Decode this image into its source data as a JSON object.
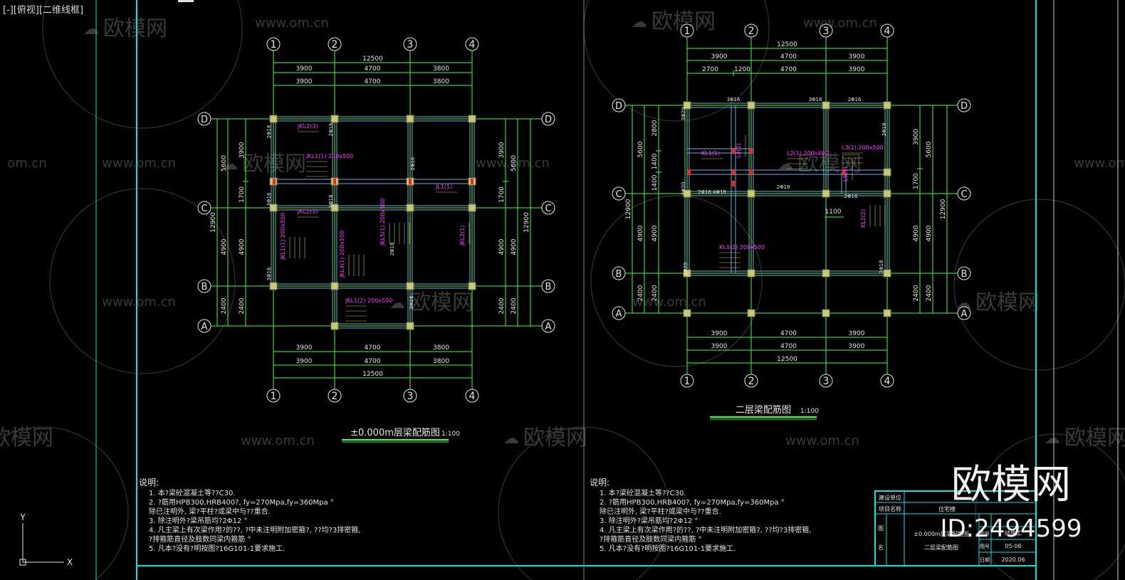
{
  "viewport_label": "[-][俯视][二维线框]",
  "watermark": {
    "brand": "欧模网",
    "url": "www.om.cn",
    "url_fragment": "om.cn",
    "big_brand": "欧模网",
    "big_id": "ID:2494599"
  },
  "colors": {
    "background": "#000000",
    "frame": "#00e5e5",
    "grid_line": "#3cff3c",
    "beam": "#6fa8dc",
    "column": "#c8c880",
    "annotation_magenta": "#ff33ff",
    "annotation_yellow": "#ffff66",
    "red_mark": "#ff2020",
    "title_underline": "#3cff3c",
    "text_white": "#e6e6e6"
  },
  "ucs": {
    "y_label": "Y",
    "x_label": "X"
  },
  "left_plan": {
    "axis_cols": [
      "1",
      "2",
      "3",
      "4"
    ],
    "axis_rows": [
      "D",
      "C",
      "B",
      "A"
    ],
    "top_dims": {
      "total": "12500",
      "row1": [
        "3900",
        "4700",
        "3800"
      ],
      "row2": [
        "3900",
        "4700",
        "3800"
      ]
    },
    "bottom_dims": {
      "row1": [
        "3900",
        "4700",
        "3800"
      ],
      "row2": [
        "3900",
        "4700",
        "3800"
      ],
      "total": "12500"
    },
    "left_dims": {
      "inner": [
        "3900",
        "1700",
        "4900",
        "2400"
      ],
      "mid": [
        "5600",
        "4900",
        "2400"
      ],
      "total": "12900"
    },
    "right_dims": {
      "inner": [
        "3900",
        "1700",
        "4900",
        "2400"
      ],
      "mid": [
        "5600",
        "4900",
        "2400"
      ],
      "total": "12900"
    },
    "beam_tags": [
      "JKL2(3)",
      "JKL2(3)",
      "JKL1(1) 200x500",
      "JL1(1)",
      "JKL3(1)",
      "JKL5(1) 200x500",
      "JKL4(1) 200x500",
      "JKL1(1) 200x500",
      "JKL1(2) 200x500"
    ],
    "title": "±0.000m层梁配筋图",
    "scale": "1:100"
  },
  "right_plan": {
    "axis_cols": [
      "1",
      "2",
      "3",
      "4"
    ],
    "axis_rows": [
      "D",
      "C",
      "B",
      "A"
    ],
    "top_dims": {
      "total": "12500",
      "row1": [
        "3900",
        "4700",
        "3900"
      ],
      "row2": [
        "2700",
        "1200",
        "4700",
        "3900"
      ]
    },
    "bottom_dims": {
      "row1": [
        "3900",
        "4700",
        "3900"
      ],
      "row2": [
        "3900",
        "4700",
        "3900"
      ],
      "total": "12500"
    },
    "left_dims": {
      "inner": [
        "2800",
        "1400",
        "1400",
        "4900",
        "2400"
      ],
      "mid": [
        "5600",
        "4900",
        "2400"
      ],
      "total": "12900"
    },
    "right_dims": {
      "inner": [
        "3900",
        "1700",
        "4900",
        "2400"
      ],
      "mid": [
        "5600",
        "4900",
        "2400"
      ],
      "total": "12900"
    },
    "extra_dims": [
      "1100"
    ],
    "beam_tags": [
      "KL1(1)",
      "L4(1)",
      "L2(1) 200x400",
      "L3(1) 200x500",
      "KL1(2) 200x500",
      "L6(1)",
      "KL2(2)"
    ],
    "title": "二层梁配筋图",
    "scale": "1:100"
  },
  "notes_left": {
    "heading": "说明:",
    "items": [
      "1.  本?梁砼混凝土等??C30.",
      "2.  ?筋用HPB300,HRB400?, fy=270Mpa,fy=360Mpa °",
      "     除已注明外, 梁?平柱?或梁中与??重合.",
      "3.  除注明外?梁吊筋均?2Φ12 °",
      "4.  凡主梁上有次梁作用?的??, ?中未注明附加密箍?, ??均?3排密箍,",
      "     ?排箍筋直径及肢数同梁内箍筋 °",
      "5.  凡本?没有?明按图?16G101-1要求施工."
    ]
  },
  "notes_right": {
    "heading": "说明:",
    "items": [
      "1.  本?梁砼混凝土等??C30.",
      "2.  ?筋用HPB300,HRB400?, fy=270Mpa,fy=360Mpa °",
      "     除已注明外, 梁?平柱?或梁中与??重合.",
      "3.  除注明外?梁吊筋均?2Φ12 °",
      "4.  凡主梁上有次梁作用?的??, ?中未注明附加密箍?, ??均?3排密箍,",
      "     ?排箍筋直径及肢数同梁内箍筋 °",
      "5.  凡本?没有?明按图?16G101-1要求施工."
    ]
  },
  "title_block": {
    "row_build_unit": "建设单位",
    "row_project": "项目名称",
    "project_value": "住宅楼",
    "drawing_label_1": "图",
    "drawing_label_2": "名",
    "drawing_value_1": "±0.000m层梁配筋图",
    "drawing_value_2": "二层梁配筋图",
    "number_label": "图号",
    "number_value": "结施工",
    "sheet_label": "图号",
    "sheet_value": "05-06",
    "date_label": "日期",
    "date_value": "2020.06"
  }
}
